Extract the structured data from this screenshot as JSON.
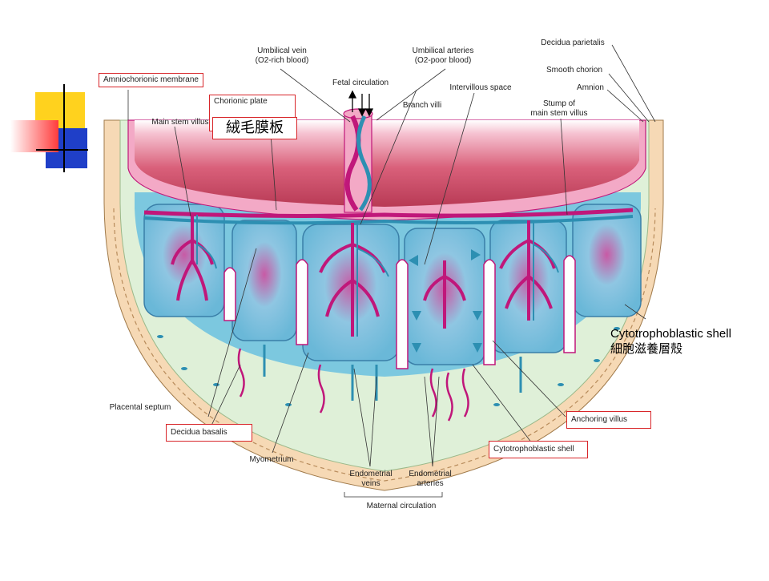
{
  "colors": {
    "accent_red": "#d8262a",
    "amniotic": "#c9475f",
    "chorion_pink": "#f3a9c6",
    "intervillous_blue": "#6ec4dc",
    "decidua_green": "#dff0d8",
    "myometrium_tan": "#f6d9b5",
    "vessel_blue": "#2d8fb2",
    "vessel_magenta": "#c0177a",
    "deco_yellow": "#ffd21e",
    "deco_blue": "#1f3fc8",
    "deco_red": "#ff3b3b"
  },
  "labels": {
    "umbilical_vein": "Umbilical vein\n(O2-rich blood)",
    "umbilical_arteries": "Umbilical arteries\n(O2-poor blood)",
    "decidua_parietalis": "Decidua parietalis",
    "smooth_chorion": "Smooth chorion",
    "amnion": "Amnion",
    "fetal_circulation": "Fetal circulation",
    "intervillous_space": "Intervillous space",
    "branch_villi": "Branch villi",
    "amniochorionic_membrane": "Amniochorionic membrane",
    "chorionic_plate": "Chorionic plate",
    "chorionic_plate_cjk": "絨毛膜板",
    "main_stem_villus": "Main stem villus",
    "stump_of_main_stem_villus": "Stump of\nmain stem villus",
    "cytotrophoblastic_shell_callout": "Cytotrophoblastic shell\n細胞滋養層殼",
    "placental_septum": "Placental septum",
    "decidua_basalis": "Decidua basalis",
    "myometrium": "Myometrium",
    "endometrial_veins": "Endometrial\nveins",
    "endometrial_arteries": "Endometrial\narteries",
    "maternal_circulation": "Maternal circulation",
    "anchoring_villus": "Anchoring villus",
    "cytotrophoblastic_shell": "Cytotrophoblastic shell"
  }
}
